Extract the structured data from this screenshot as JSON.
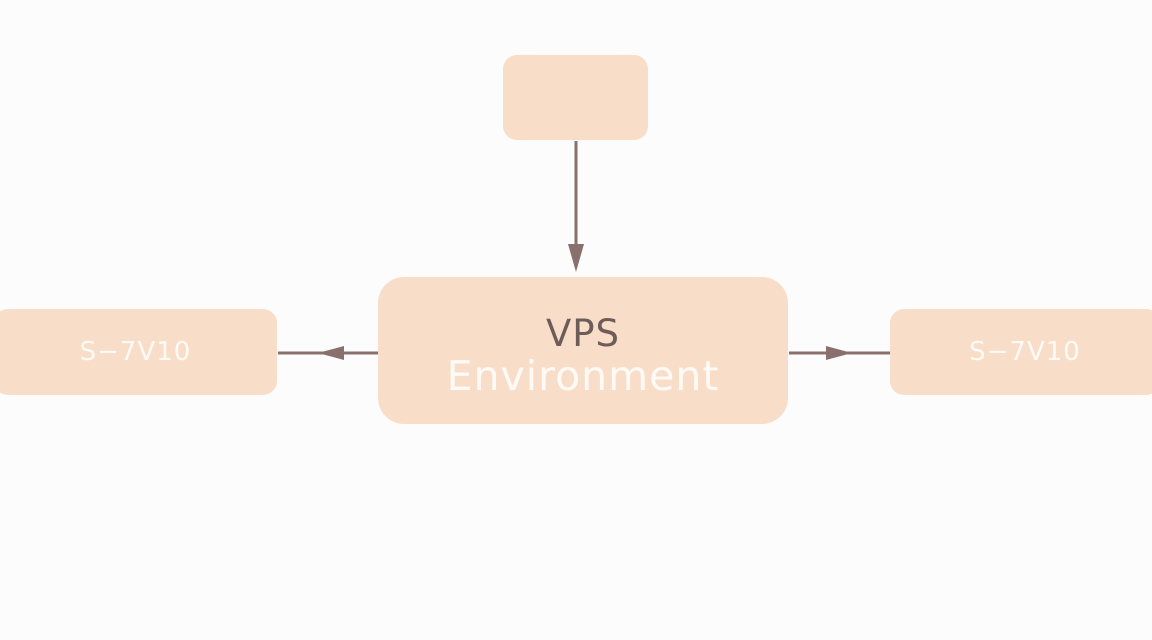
{
  "diagram": {
    "center": {
      "line1": "VPS",
      "line2": "Environment"
    },
    "top_node": {
      "label": ""
    },
    "left_node": {
      "label": "S−7V10"
    },
    "right_node": {
      "label": "S−7V10"
    },
    "colors": {
      "box_fill": "#f8dec8",
      "arrow": "#8a706d",
      "dark_text": "#6d5c59",
      "light_text": "#fffaf5",
      "background": "#fcfcfc"
    }
  }
}
